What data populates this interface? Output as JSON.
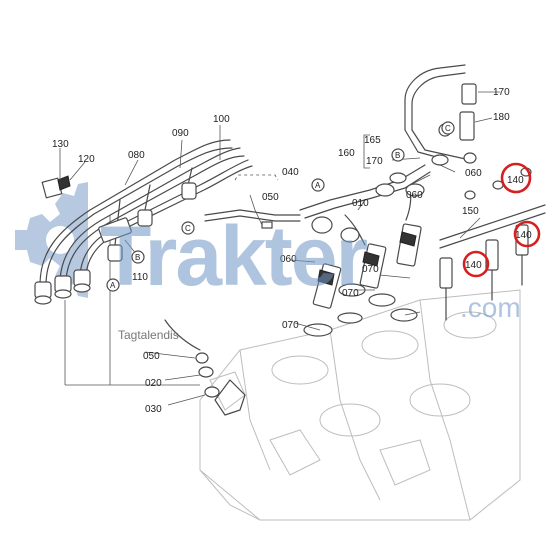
{
  "watermark": {
    "brand": "Trakter",
    "suffix": ".com",
    "tagline": "Tagtalendis",
    "color": "#6f95c4"
  },
  "highlight_color": "#d62020",
  "callouts": {
    "c010": "010",
    "c020": "020",
    "c030": "030",
    "c040": "040",
    "c050_top": "050",
    "c050_bottom": "050",
    "c060_a": "060",
    "c060_b": "060",
    "c060_c": "060",
    "c070_a": "070",
    "c070_b": "070",
    "c070_c": "070",
    "c080": "080",
    "c090": "090",
    "c100": "100",
    "c110": "110",
    "c120": "120",
    "c130": "130",
    "c140_a": "140",
    "c140_b": "140",
    "c140_c": "140",
    "c150": "150",
    "c160": "160",
    "c165": "165",
    "c170_a": "170",
    "c170_b": "170",
    "c180": "180"
  },
  "reference_letters": {
    "A1": "A",
    "A2": "A",
    "B1": "B",
    "B2": "B",
    "C1": "C",
    "C2": "C"
  },
  "icons": [
    "gear-icon"
  ]
}
